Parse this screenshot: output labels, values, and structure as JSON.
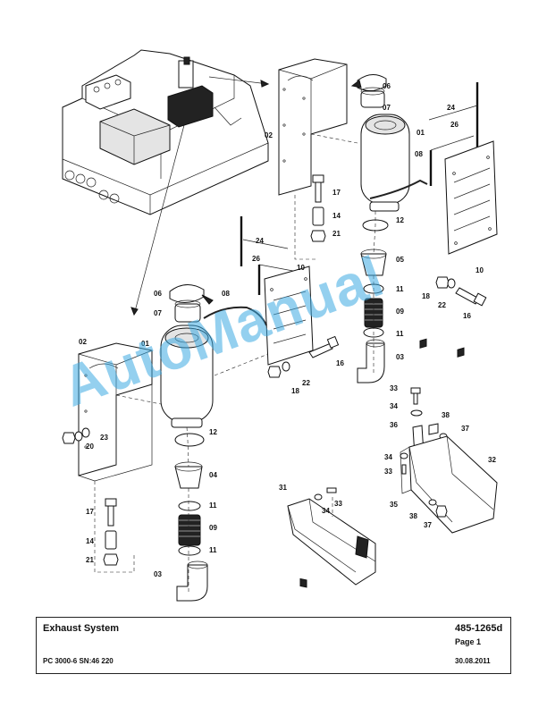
{
  "title_block": {
    "title": "Exhaust System",
    "document_number": "485-1265d",
    "page": "Page 1",
    "model": "PC 3000-6 SN:46 220",
    "date": "30.08.2011"
  },
  "watermark": "AutoManual",
  "part_labels": {
    "upper": [
      "06",
      "07",
      "01",
      "24",
      "26",
      "02",
      "08",
      "17",
      "14",
      "21",
      "12",
      "05",
      "10",
      "11",
      "09",
      "11",
      "03",
      "18",
      "22",
      "16"
    ],
    "lower": [
      "24",
      "26",
      "10",
      "06",
      "08",
      "07",
      "02",
      "01",
      "16",
      "22",
      "18",
      "20",
      "23",
      "12",
      "04",
      "11",
      "09",
      "11",
      "03",
      "17",
      "14",
      "21"
    ],
    "guards": [
      "33",
      "34",
      "36",
      "38",
      "37",
      "34",
      "33",
      "32",
      "35",
      "38",
      "37",
      "31",
      "33",
      "34"
    ]
  }
}
